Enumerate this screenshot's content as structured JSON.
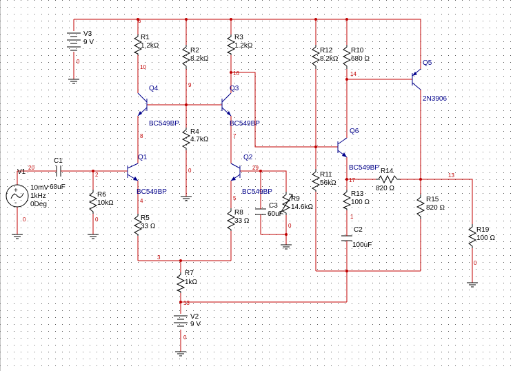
{
  "sources": {
    "V3": {
      "name": "V3",
      "value": "9 V"
    },
    "V2": {
      "name": "V2",
      "value": "9 V"
    },
    "V1": {
      "name": "V1",
      "amp": "10mV",
      "freq": "1kHz",
      "phase": "0Deg"
    }
  },
  "resistors": {
    "R1": {
      "name": "R1",
      "value": "1.2kΩ"
    },
    "R2": {
      "name": "R2",
      "value": "8.2kΩ"
    },
    "R3": {
      "name": "R3",
      "value": "1.2kΩ"
    },
    "R4": {
      "name": "R4",
      "value": "4.7kΩ"
    },
    "R5": {
      "name": "R5",
      "value": "33 Ω"
    },
    "R6": {
      "name": "R6",
      "value": "10kΩ"
    },
    "R7": {
      "name": "R7",
      "value": "1kΩ"
    },
    "R8": {
      "name": "R8",
      "value": "33 Ω"
    },
    "R9": {
      "name": "R9",
      "value": "14.6kΩ"
    },
    "R10": {
      "name": "R10",
      "value": "680 Ω"
    },
    "R11": {
      "name": "R11",
      "value": "56kΩ"
    },
    "R12": {
      "name": "R12",
      "value": "8.2kΩ"
    },
    "R13": {
      "name": "R13",
      "value": "100 Ω"
    },
    "R14": {
      "name": "R14",
      "value": "820 Ω"
    },
    "R15": {
      "name": "R15",
      "value": "820 Ω"
    },
    "R19": {
      "name": "R19",
      "value": "100 Ω"
    }
  },
  "capacitors": {
    "C1": {
      "name": "C1",
      "value": "60uF"
    },
    "C2": {
      "name": "C2",
      "value": "100uF"
    },
    "C3": {
      "name": "C3",
      "value": "60uF"
    }
  },
  "transistors": {
    "Q1": {
      "name": "Q1",
      "model": "BC549BP"
    },
    "Q2": {
      "name": "Q2",
      "model": "BC549BP"
    },
    "Q3": {
      "name": "Q3",
      "model": "BC549BP"
    },
    "Q4": {
      "name": "Q4",
      "model": "BC549BP"
    },
    "Q5": {
      "name": "Q5",
      "model": "2N3906"
    },
    "Q6": {
      "name": "Q6",
      "model": "BC549BP"
    }
  },
  "nodes": {
    "n6": "6",
    "n0a": "0",
    "n10": "10",
    "n9": "9",
    "n16": "16",
    "n8": "8",
    "n7": "7",
    "n20": "20",
    "n2": "2",
    "n0b": "0",
    "n0c": "0",
    "n4": "4",
    "n0d": "0",
    "n29": "29",
    "n5": "5",
    "n0e": "0",
    "n3": "3",
    "n13": "13",
    "n0f": "0",
    "n14": "14",
    "n17": "17",
    "n1": "1",
    "n13b": "13",
    "n0g": "0",
    "n0h": "0"
  }
}
